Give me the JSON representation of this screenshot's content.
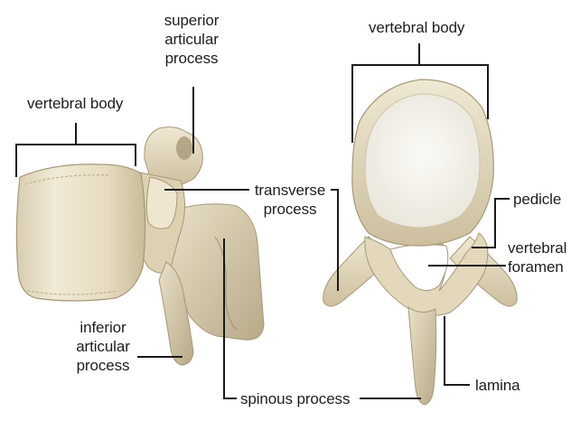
{
  "labels": {
    "lateral_vertebral_body": "vertebral body",
    "superior_articular_process": [
      "superior",
      "articular",
      "process"
    ],
    "transverse_process": [
      "transverse",
      "process"
    ],
    "inferior_articular_process": [
      "inferior",
      "articular",
      "process"
    ],
    "spinous_process": "spinous process",
    "top_vertebral_body": "vertebral body",
    "pedicle": "pedicle",
    "vertebral_foramen": [
      "vertebral",
      "foramen"
    ],
    "lamina": "lamina"
  },
  "colors": {
    "bone_light": "#efe8d3",
    "bone_mid": "#d6c9aa",
    "bone_dark": "#9c9072",
    "spongy_interior": "#f5f3ea",
    "leader_line": "#1a1a1a"
  }
}
